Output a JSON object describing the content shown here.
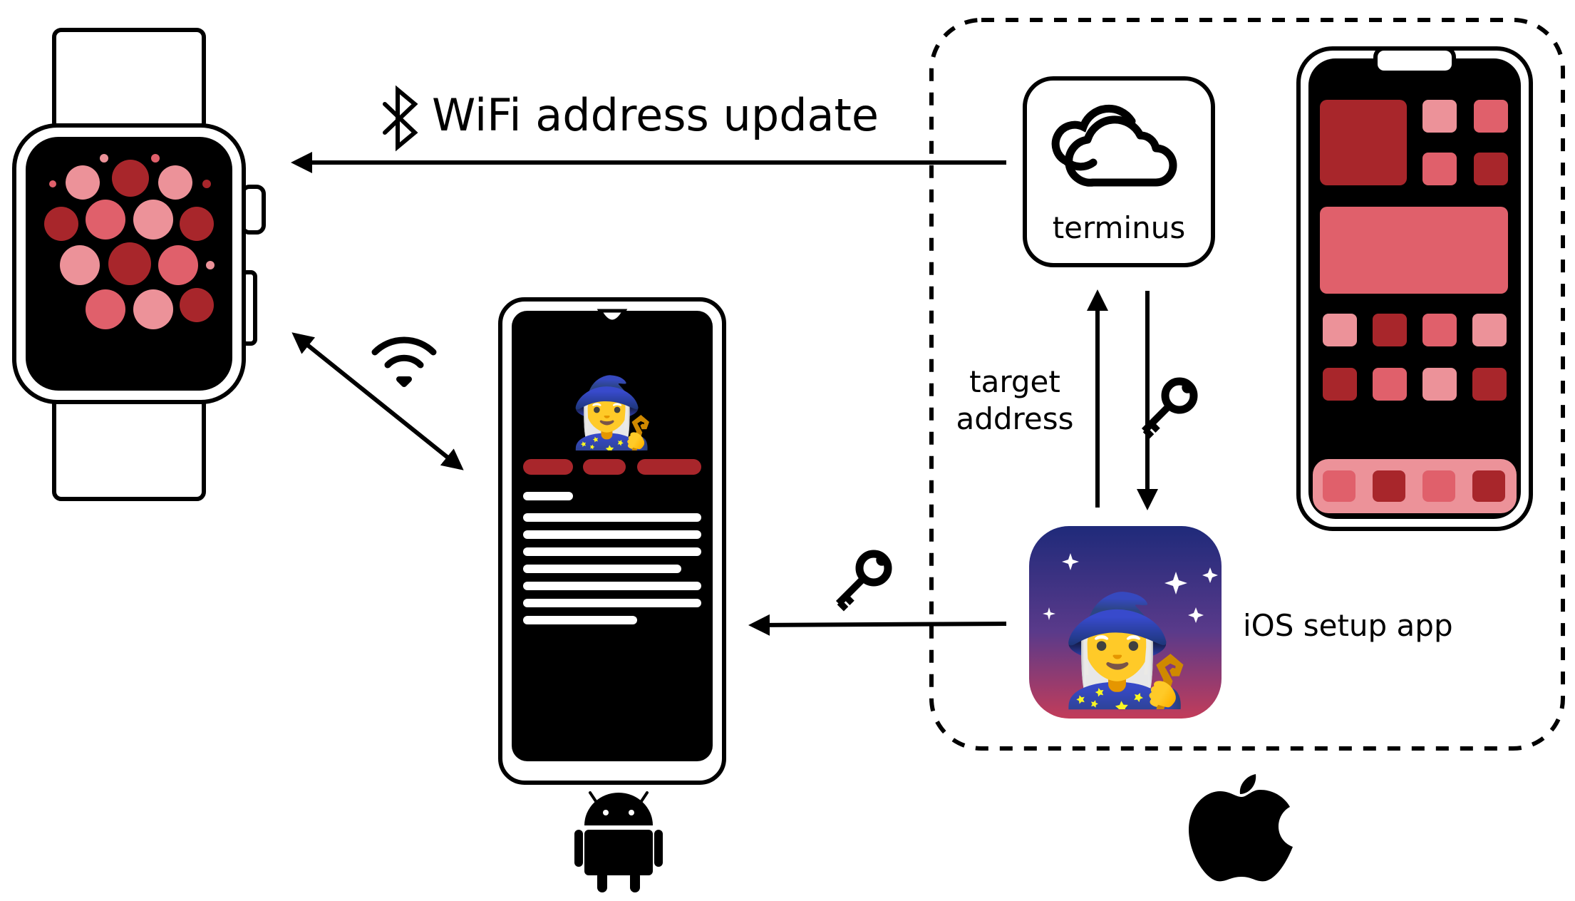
{
  "diagram": {
    "labels": {
      "wifi_update": "WiFi address update",
      "terminus": "terminus",
      "target_line1": "target",
      "target_line2": "address",
      "ios_setup_app": "iOS setup app"
    },
    "icons": {
      "bluetooth": "bluetooth-icon",
      "wifi": "wifi-icon",
      "cloud": "cloud-icon",
      "key": "key-icon",
      "android": "android-logo-icon",
      "apple": "apple-logo-icon",
      "wizard_android": "wizard-emoji-icon",
      "wizard_ios": "wizard-app-icon"
    },
    "emoji": {
      "wizard": "🧙‍♀️"
    },
    "colors": {
      "dark_red": "#a8262b",
      "mid_red": "#e0606b",
      "light_red": "#ec9299",
      "screen_black": "#000000",
      "app_gradient_top": "#1f2a7a",
      "app_gradient_bottom": "#c23c5a"
    }
  }
}
